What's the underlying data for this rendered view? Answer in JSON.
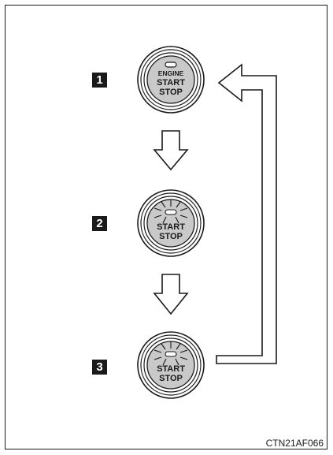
{
  "steps": [
    {
      "number": "1",
      "label_top": "ENGINE",
      "label_mid": "START",
      "label_bot": "STOP",
      "indicator": "off"
    },
    {
      "number": "2",
      "label_top": "",
      "label_mid": "START",
      "label_bot": "STOP",
      "indicator": "on"
    },
    {
      "number": "3",
      "label_top": "",
      "label_mid": "START",
      "label_bot": "STOP",
      "indicator": "on"
    }
  ],
  "figure_code": "CTN21AF066",
  "colors": {
    "button_face": "#c9c9c9",
    "ink": "#1a1a1a"
  },
  "icons": [
    "down-arrow-icon",
    "return-arrow-icon",
    "indicator-light-icon"
  ]
}
